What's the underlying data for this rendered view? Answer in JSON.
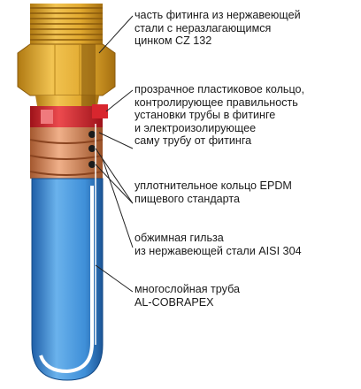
{
  "labels": {
    "fitting_body": "часть фитинга из нержавеющей\nстали с неразлагающимся\nцинком CZ 132",
    "plastic_ring": "прозрачное пластиковое кольцо,\nконтролирующее правильность\nустановки трубы в фитинге\nи электроизолирующее\nсаму трубу от фитинга",
    "seal_ring": "уплотнительное кольцо EPDM\nпищевого стандарта",
    "crimp_sleeve": "обжимная гильза\nиз нержавеющей стали AISI 304",
    "pipe": "многослойная труба\nAL-COBRAPEX"
  },
  "colors": {
    "brass": "#e8b43a",
    "brass_shade": "#c98f1c",
    "ring_red": "#d8262e",
    "pipe_blue": "#3f8fd8",
    "pipe_inner": "#ffffff",
    "sleeve_copper": "#d9906a"
  }
}
